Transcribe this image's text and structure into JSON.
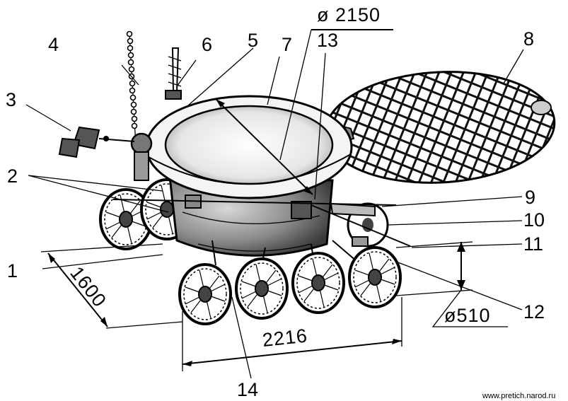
{
  "labels": {
    "l1": "1",
    "l2": "2",
    "l3": "3",
    "l4": "4",
    "l5": "5",
    "l6": "6",
    "l7": "7",
    "l8": "8",
    "l9": "9",
    "l10": "10",
    "l11": "11",
    "l12": "12",
    "l13": "13",
    "l14": "14"
  },
  "dimensions": {
    "top_diameter": "ø 2150",
    "width": "1600",
    "length": "2216",
    "wheel_diameter": "ø510"
  },
  "credit": "www.pretich.narod.ru"
}
